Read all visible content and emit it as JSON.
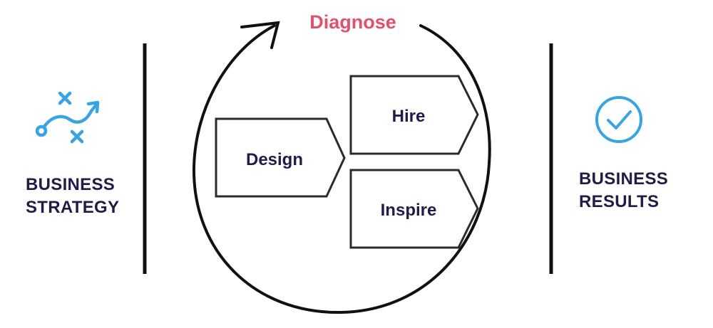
{
  "title": "Diagnose",
  "colors": {
    "title": "#e0526b",
    "text": "#1e1d4a",
    "icon": "#3aa3e3",
    "line": "#111111",
    "stroke": "#2b2b2b"
  },
  "left": {
    "icon": "strategy-play-icon",
    "label_line1": "BUSINESS",
    "label_line2": "STRATEGY"
  },
  "right": {
    "icon": "check-circle-icon",
    "label_line1": "BUSINESS",
    "label_line2": "RESULTS"
  },
  "steps": {
    "design": "Design",
    "hire": "Hire",
    "inspire": "Inspire"
  }
}
